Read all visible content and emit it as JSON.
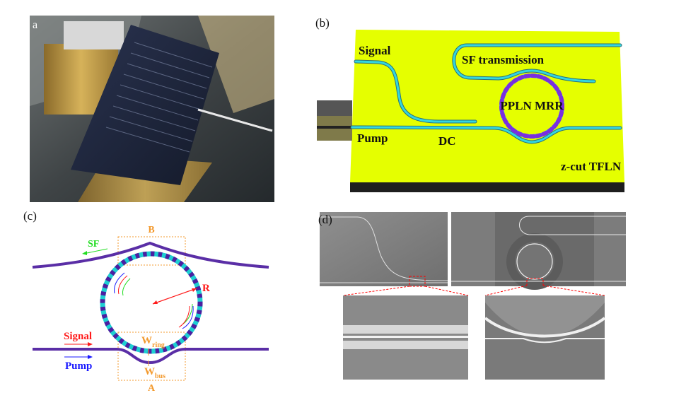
{
  "panels": {
    "a": {
      "label": "a"
    },
    "b": {
      "label": "(b)",
      "texts": {
        "signal": "Signal",
        "sf_transmission": "SF transmission",
        "ppln_mrr": "PPLN MRR",
        "pump": "Pump",
        "dc": "DC",
        "substrate": "z-cut TFLN"
      }
    },
    "c": {
      "label": "(c)",
      "texts": {
        "box_top": "B",
        "box_bottom": "A",
        "sf": "SF",
        "radius": "R",
        "signal": "Signal",
        "pump": "Pump",
        "w": "W",
        "ring_sub": "ring",
        "bus_sub": "bus"
      }
    },
    "d": {
      "label": "(d)"
    }
  },
  "colors": {
    "substrate": "#e5ff00",
    "waveguide": "#33d6e0",
    "waveguide_dark": "#5a2ea6",
    "annotation": "#f39a2e",
    "signal": "#ff1a1a",
    "pump": "#1a1aff",
    "sf": "#22dd22",
    "marker": "#ff0000"
  }
}
